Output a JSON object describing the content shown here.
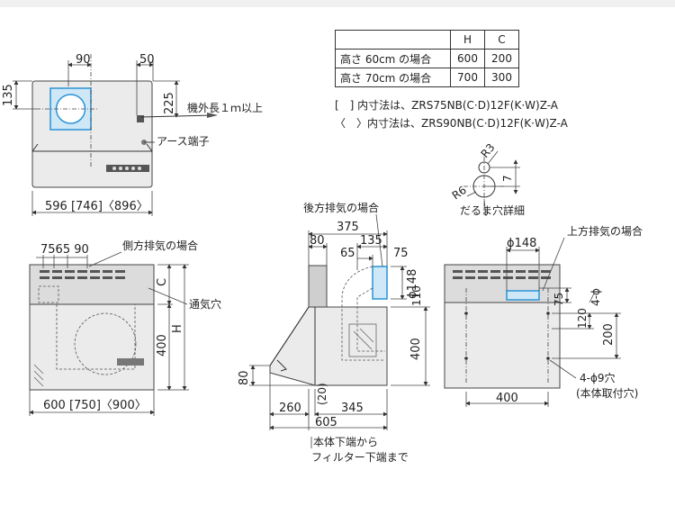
{
  "spec_table": {
    "headers": [
      "",
      "H",
      "C"
    ],
    "rows": [
      {
        "label": "高さ 60cm の場合",
        "h": "600",
        "c": "200"
      },
      {
        "label": "高さ 70cm の場合",
        "h": "700",
        "c": "300"
      }
    ]
  },
  "notes": {
    "bracket": "[　] 内寸法は、ZRS75NB(C·D)12F(K·W)Z-A",
    "angle": "〈　〉内寸法は、ZRS90NB(C·D)12F(K·W)Z-A"
  },
  "top_view": {
    "dim_90": "90",
    "dim_50": "50",
    "dim_135": "135",
    "dim_225": "225",
    "cord_label": "機外長１ｍ以上",
    "ground_label": "アース端子",
    "width_label": "596 [746]〈896〉"
  },
  "front_view": {
    "dims_top": "7565 90",
    "side_exhaust_label": "側方排気の場合",
    "vent_label": "通気穴",
    "dim_C": "C",
    "dim_H": "H",
    "dim_400": "400",
    "width_label": "600 [750]〈900〉"
  },
  "side_view": {
    "rear_exhaust_label": "後方排気の場合",
    "dim_375": "375",
    "dim_80": "80",
    "dim_135": "135",
    "dim_65": "65",
    "dim_75": "75",
    "dim_phi148": "ϕ148",
    "dim_110": "110",
    "dim_400": "400",
    "dim_80_left": "80",
    "dim_260": "260",
    "dim_20": "(20)",
    "dim_345": "345",
    "dim_605": "605",
    "filter_note_1": "本体下端から",
    "filter_note_2": "フィルター下端まで"
  },
  "daruma_detail": {
    "r3": "R3",
    "r6": "R6",
    "dim_7": "7",
    "label": "だるま穴詳細"
  },
  "rear_view": {
    "top_exhaust_label": "上方排気の場合",
    "dim_phi148": "ϕ148",
    "dim_75": "75",
    "dim_4phi": "4-ϕ",
    "dim_120": "120",
    "dim_200": "200",
    "dim_400": "400",
    "holes_label": "4-ϕ9穴",
    "mount_label": "(本体取付穴)"
  }
}
